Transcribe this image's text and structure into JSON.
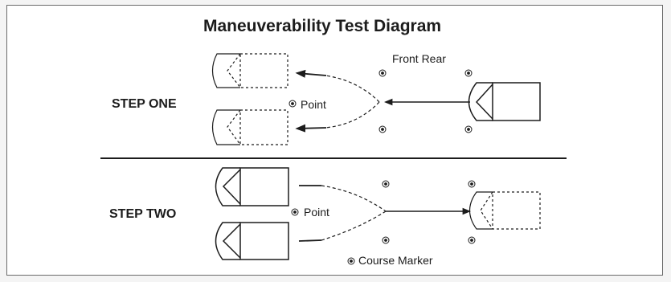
{
  "title": "Maneuverability Test Diagram",
  "steps": [
    {
      "label": "STEP ONE"
    },
    {
      "label": "STEP TWO"
    }
  ],
  "labels": {
    "front_rear": "Front Rear",
    "point_step_one": "Point",
    "point_step_two": "Point",
    "course_marker": "Course Marker"
  },
  "colors": {
    "ink": "#1c1c1c",
    "frame": "#6a6a6a"
  }
}
